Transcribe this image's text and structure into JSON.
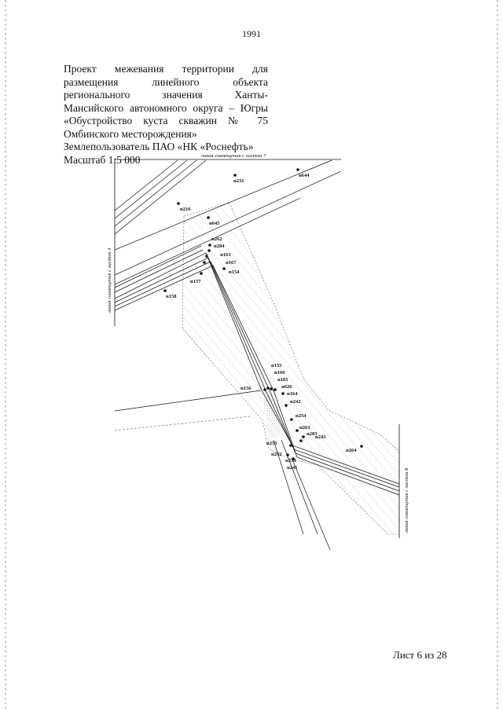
{
  "page_number": "1991",
  "title": {
    "paragraph": "Проект межевания территории для размещения линейного объекта регионального значения Ханты-Мансийского автономного округа – Югры «Обустройство куста скважин № 75 Омбинского месторождения»",
    "land_user": "Землепользователь ПАО «НК «Роснефть»",
    "scale": "Масштаб 1:5 000"
  },
  "join_lines": {
    "top": "линия совмещения с листом 7",
    "left": "линия совмещения с листом 4",
    "right": "линия совмещения с листом 8"
  },
  "points": {
    "n231": "н231",
    "n644": "н644",
    "n216": "н216",
    "n645": "н645",
    "n262": "н262",
    "n284": "н284",
    "n163": "н163",
    "n167": "н167",
    "n154": "н154",
    "n157": "н157",
    "n158": "н158",
    "n155": "н155",
    "n166": "н166",
    "n165": "н165",
    "n626": "н626",
    "n156": "н156",
    "n164": "н164",
    "n242": "н242",
    "n254": "н254",
    "n263": "н263",
    "n283": "н283",
    "n243": "н243",
    "n253": "н253",
    "n264": "н264",
    "n252": "н252",
    "n234": "н234",
    "n241": "н241"
  },
  "footer": "Лист 6 из 28"
}
